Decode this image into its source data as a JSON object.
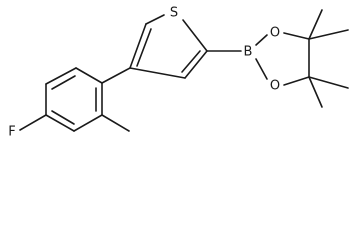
{
  "molecule": {
    "atoms": {
      "fluorine": "F",
      "sulfur": "S",
      "boron": "B",
      "oxygen_top": "O",
      "oxygen_bottom": "O"
    }
  },
  "colors": {
    "bond": "#1a1a1a",
    "label": "#1a1a1a",
    "background": "#ffffff"
  }
}
